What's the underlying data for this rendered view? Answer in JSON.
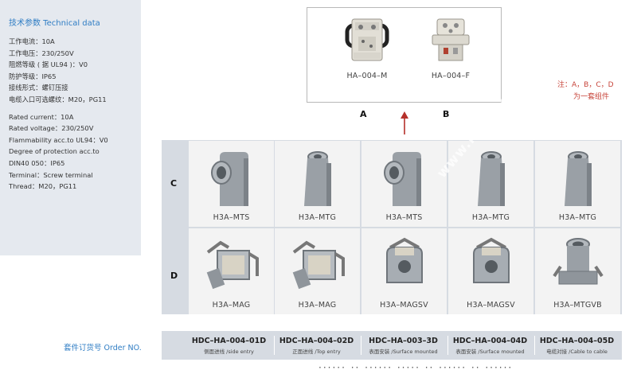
{
  "specs": {
    "title": "技术参数 Technical data",
    "cn_lines": [
      "工作电流：10A",
      "工作电压：230/250V",
      "阻燃等级 ( 据 UL94 )：V0",
      "防护等级：IP65",
      "接线形式：螺钉压接",
      "电缆入口可选螺纹：M20，PG11"
    ],
    "en_lines": [
      "Rated current：10A",
      "Rated voltage：230/250V",
      "Flammability acc.to UL94：V0",
      "Degree of protection acc.to",
      "DIN40 050：IP65",
      "Terminal：Screw terminal",
      "Thread：M20，PG11"
    ]
  },
  "inserts": [
    {
      "label": "A",
      "model": "HA–004–M"
    },
    {
      "label": "B",
      "model": "HA–004–F"
    }
  ],
  "note": {
    "line1": "注：A，B，C，D",
    "line2": "为一套组件"
  },
  "rows": {
    "c": {
      "label": "C",
      "models": [
        "H3A–MTS",
        "H3A–MTG",
        "H3A–MTS",
        "H3A–MTG",
        "H3A–MTG"
      ]
    },
    "d": {
      "label": "D",
      "models": [
        "H3A–MAG",
        "H3A–MAG",
        "H3A–MAGSV",
        "H3A–MAGSV",
        "H3A–MTGVB"
      ]
    }
  },
  "watermark": "www.hqxkelc.com",
  "order": {
    "label": "套件订货号 Order NO.",
    "items": [
      {
        "code": "HDC–HA–004–01D",
        "desc": "侧面进线 /side entry"
      },
      {
        "code": "HDC–HA–004–02D",
        "desc": "正面进线 /Top entry"
      },
      {
        "code": "HDC–HA–003–3D",
        "desc": "表面安装 /Surface mounted"
      },
      {
        "code": "HDC–HA–004–04D",
        "desc": "表面安装 /Surface mounted"
      },
      {
        "code": "HDC–HA–004–05D",
        "desc": "电缆对接 /Cable to cable"
      }
    ]
  },
  "footer_cut_text": "······ ·· ······ ····· ·· ······ ·· ······",
  "colors": {
    "accent_blue": "#2f7dc4",
    "note_red": "#c7443a",
    "arrow_red": "#b5302a",
    "panel_bg": "#e5e9ef",
    "grid_bg": "#d6dbe2"
  }
}
